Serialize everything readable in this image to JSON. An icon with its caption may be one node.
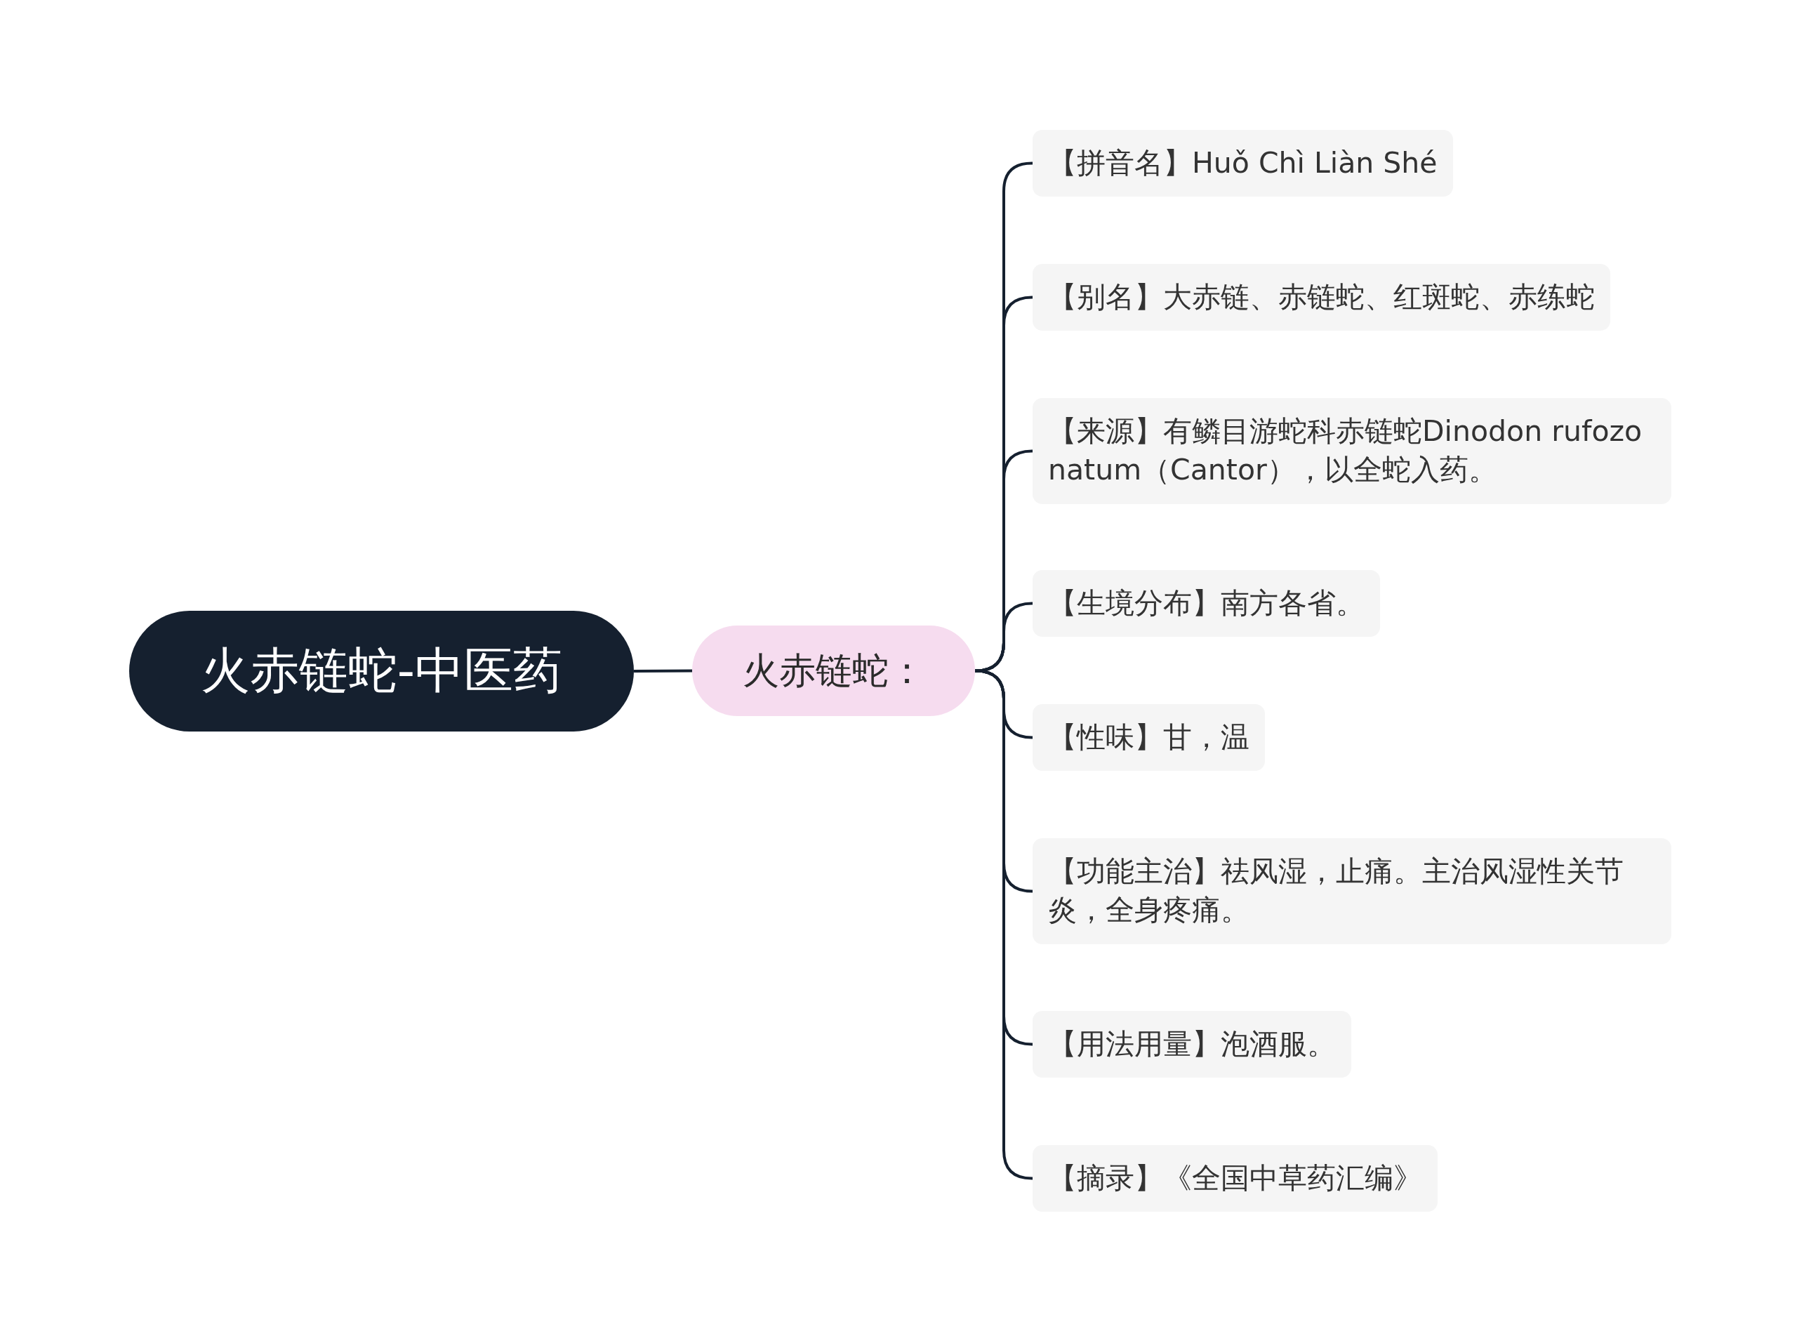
{
  "diagram": {
    "nodes": [
      {
        "text": [
          "火赤链蛇-中医药"
        ]
      },
      {
        "text": [
          "火赤链蛇："
        ]
      },
      {
        "text": [
          "【拼音名】Huǒ Chì Liàn Shé"
        ]
      },
      {
        "text": [
          "【别名】大赤链、赤链蛇、红斑蛇、赤练蛇"
        ]
      },
      {
        "text": [
          "【来源】有鳞目游蛇科赤链蛇Dinodon rufozonatum（Cantor），以全蛇入药。"
        ]
      },
      {
        "text": [
          "【生境分布】南方各省。"
        ]
      },
      {
        "text": [
          "【性味】甘，温"
        ]
      },
      {
        "text": [
          "【功能主治】祛风湿，止痛。主治风湿性关节炎，全身疼痛。"
        ]
      },
      {
        "text": [
          "【用法用量】泡酒服。"
        ]
      },
      {
        "text": [
          "【摘录】《全国中草药汇编》"
        ]
      }
    ],
    "edges": [
      {
        "from": 0,
        "to": 1,
        "arrow": "none"
      },
      {
        "from": 1,
        "to": 2,
        "arrow": "none"
      },
      {
        "from": 1,
        "to": 3,
        "arrow": "none"
      },
      {
        "from": 1,
        "to": 4,
        "arrow": "none"
      },
      {
        "from": 1,
        "to": 5,
        "arrow": "none"
      },
      {
        "from": 1,
        "to": 6,
        "arrow": "none"
      },
      {
        "from": 1,
        "to": 7,
        "arrow": "none"
      },
      {
        "from": 1,
        "to": 8,
        "arrow": "none"
      },
      {
        "from": 1,
        "to": 9,
        "arrow": "none"
      }
    ]
  }
}
